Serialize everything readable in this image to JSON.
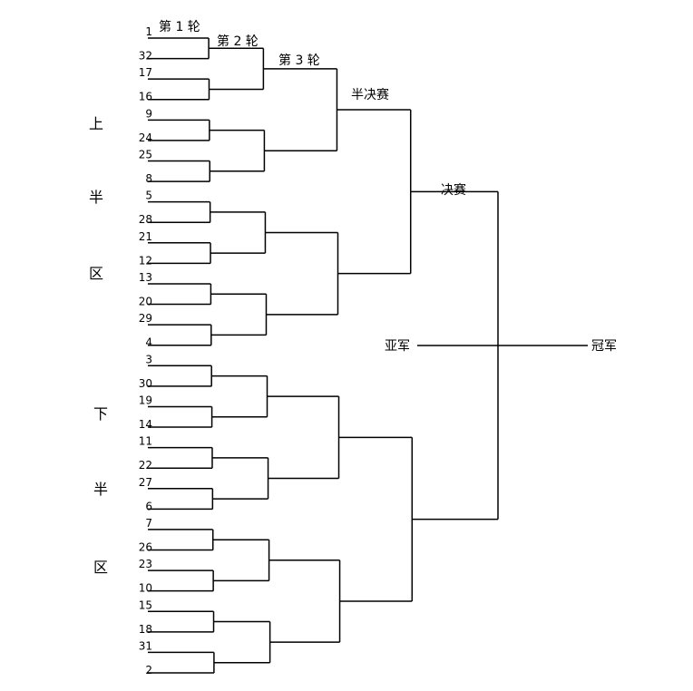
{
  "bracket": {
    "seeds": [
      1,
      32,
      17,
      16,
      9,
      24,
      25,
      8,
      5,
      28,
      21,
      12,
      13,
      20,
      29,
      4,
      3,
      30,
      19,
      14,
      11,
      22,
      27,
      6,
      7,
      26,
      23,
      10,
      15,
      18,
      31,
      2
    ],
    "round_labels": {
      "r1": "第 1 轮",
      "r2": "第 2 轮",
      "r3": "第 3 轮",
      "semifinal": "半决赛",
      "final": "决赛"
    },
    "upper_half": [
      "上",
      "半",
      "区"
    ],
    "lower_half": [
      "下",
      "半",
      "区"
    ],
    "runner_up": "亚军",
    "champion": "冠军"
  },
  "colors": {
    "line": "#000000",
    "background": "#ffffff"
  }
}
